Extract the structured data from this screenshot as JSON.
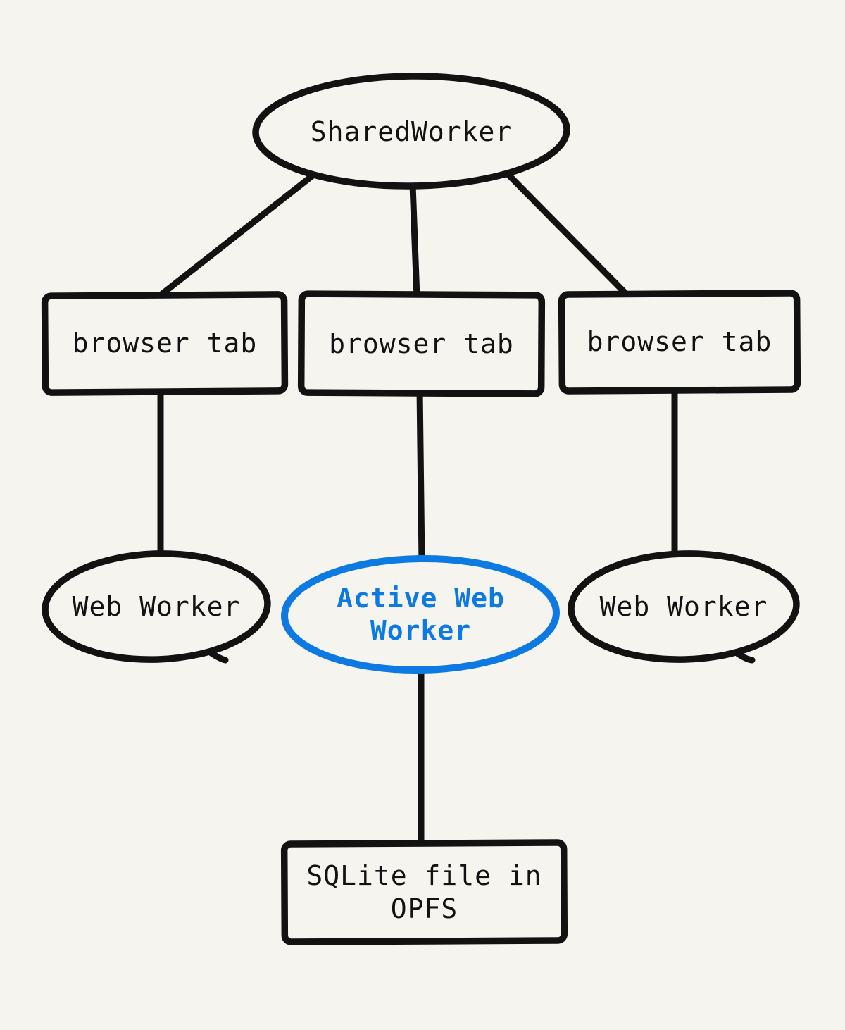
{
  "diagram": {
    "nodes": {
      "shared_worker": {
        "label": "SharedWorker",
        "shape": "ellipse"
      },
      "browser_tabs": [
        {
          "label": "browser tab",
          "shape": "rect"
        },
        {
          "label": "browser tab",
          "shape": "rect"
        },
        {
          "label": "browser tab",
          "shape": "rect"
        }
      ],
      "web_worker_left": {
        "label": "Web Worker",
        "shape": "ellipse"
      },
      "active_web_worker": {
        "label": "Active Web Worker",
        "shape": "ellipse",
        "highlighted": true
      },
      "web_worker_right": {
        "label": "Web Worker",
        "shape": "ellipse"
      },
      "sqlite_file": {
        "label": "SQLite file in OPFS",
        "shape": "rect"
      }
    },
    "edges": [
      {
        "from": "shared_worker",
        "to": "browser_tab_left"
      },
      {
        "from": "shared_worker",
        "to": "browser_tab_middle"
      },
      {
        "from": "shared_worker",
        "to": "browser_tab_right"
      },
      {
        "from": "browser_tab_left",
        "to": "web_worker_left"
      },
      {
        "from": "browser_tab_middle",
        "to": "active_web_worker"
      },
      {
        "from": "browser_tab_right",
        "to": "web_worker_right"
      },
      {
        "from": "active_web_worker",
        "to": "sqlite_file"
      }
    ],
    "colors": {
      "background": "#f6f4ef",
      "ink": "#121212",
      "accent": "#0d7ae4"
    }
  }
}
